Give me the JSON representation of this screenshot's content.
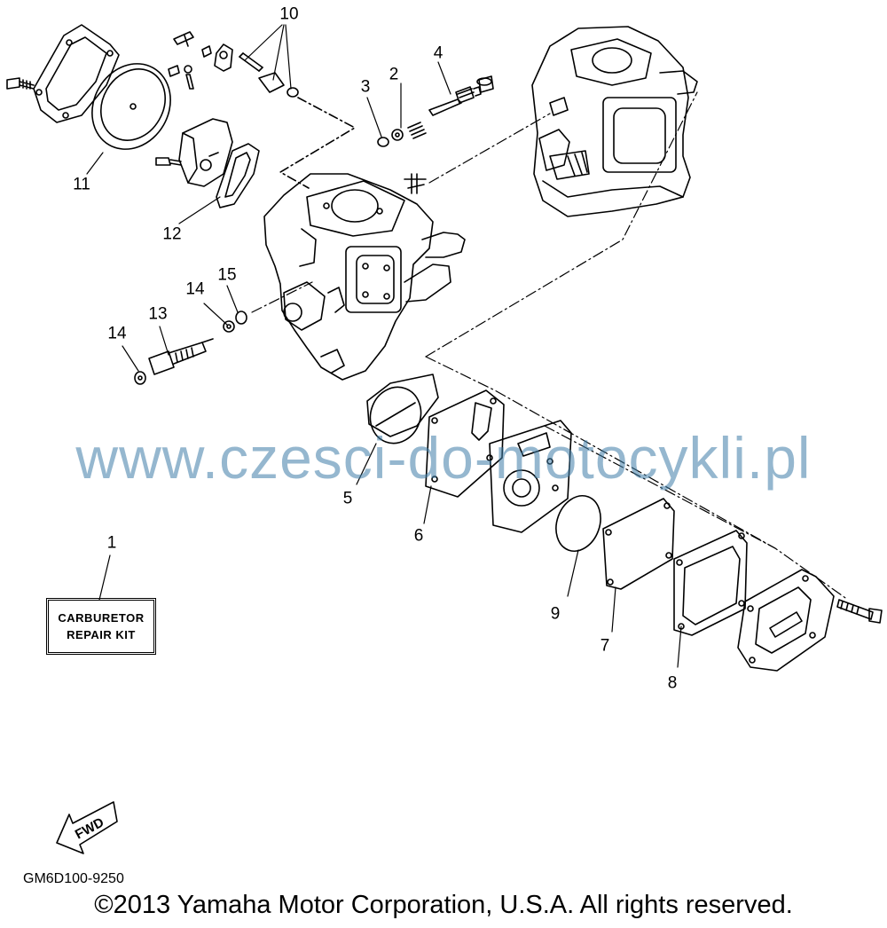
{
  "callouts": [
    {
      "id": "1",
      "label": "1"
    },
    {
      "id": "2",
      "label": "2"
    },
    {
      "id": "3",
      "label": "3"
    },
    {
      "id": "4",
      "label": "4"
    },
    {
      "id": "5",
      "label": "5"
    },
    {
      "id": "6",
      "label": "6"
    },
    {
      "id": "7",
      "label": "7"
    },
    {
      "id": "8",
      "label": "8"
    },
    {
      "id": "9",
      "label": "9"
    },
    {
      "id": "10",
      "label": "10"
    },
    {
      "id": "11",
      "label": "11"
    },
    {
      "id": "12",
      "label": "12"
    },
    {
      "id": "13",
      "label": "13"
    },
    {
      "id": "14a",
      "label": "14"
    },
    {
      "id": "14b",
      "label": "14"
    },
    {
      "id": "15",
      "label": "15"
    }
  ],
  "repair_kit": {
    "line1": "CARBURETOR",
    "line2": "REPAIR KIT"
  },
  "direction_arrow_label": "FWD",
  "watermark": "www.czesci-do-motocykli.pl",
  "diagram_code": "GM6D100-9250",
  "copyright": "©2013 Yamaha Motor Corporation, U.S.A. All rights reserved.",
  "icons": [
    "screw-icon",
    "diaphragm-icon",
    "gasket-icon",
    "o-ring-icon",
    "spring-icon",
    "needle-valve-icon",
    "fwd-arrow-icon"
  ]
}
